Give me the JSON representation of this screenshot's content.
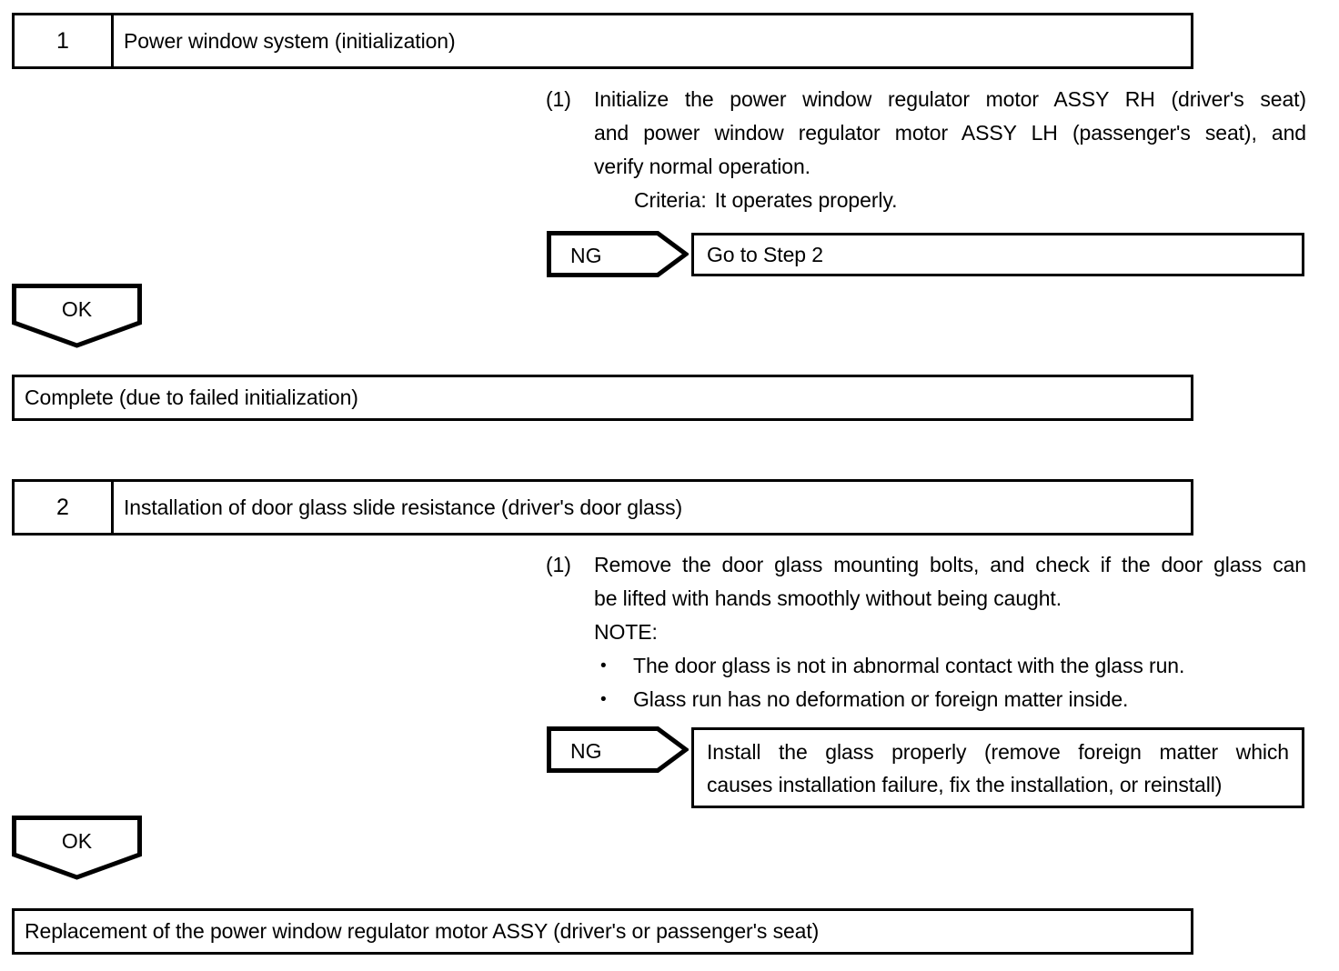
{
  "document": {
    "type": "troubleshooting-flowchart",
    "title": "Power window diagnostic procedure"
  },
  "steps": [
    {
      "number": "1",
      "title": "Power window system (initialization)",
      "instruction": {
        "marker": "(1)",
        "lines": [
          "Initialize the power window regulator motor ASSY RH (driver's seat)",
          "and power window regulator motor ASSY LH (passenger's seat), and",
          "verify normal operation."
        ],
        "criteria_label": "Criteria:",
        "criteria_value": "It operates properly."
      },
      "ng": {
        "label": "NG",
        "result_lines": [
          "Go to Step 2"
        ]
      },
      "ok": {
        "label": "OK",
        "result": "Complete (due to failed initialization)"
      }
    },
    {
      "number": "2",
      "title": "Installation of door glass slide resistance (driver's door glass)",
      "instruction": {
        "marker": "(1)",
        "lines": [
          "Remove the door glass mounting bolts, and check if the door glass can",
          "be lifted with hands smoothly without being caught."
        ],
        "note_label": "NOTE:",
        "note_bullets": [
          "The door glass is not in abnormal contact with the glass run.",
          "Glass run has no deformation or foreign matter inside."
        ],
        "bullet_glyph": "•"
      },
      "ng": {
        "label": "NG",
        "result_lines": [
          "Install the glass properly (remove foreign matter which",
          "causes installation failure, fix the installation, or reinstall)"
        ]
      },
      "ok": {
        "label": "OK",
        "result": "Replacement of the power window regulator motor ASSY (driver's or passenger's seat)"
      }
    }
  ],
  "colors": {
    "stroke": "#000000",
    "fill": "#ffffff",
    "text": "#000000"
  }
}
